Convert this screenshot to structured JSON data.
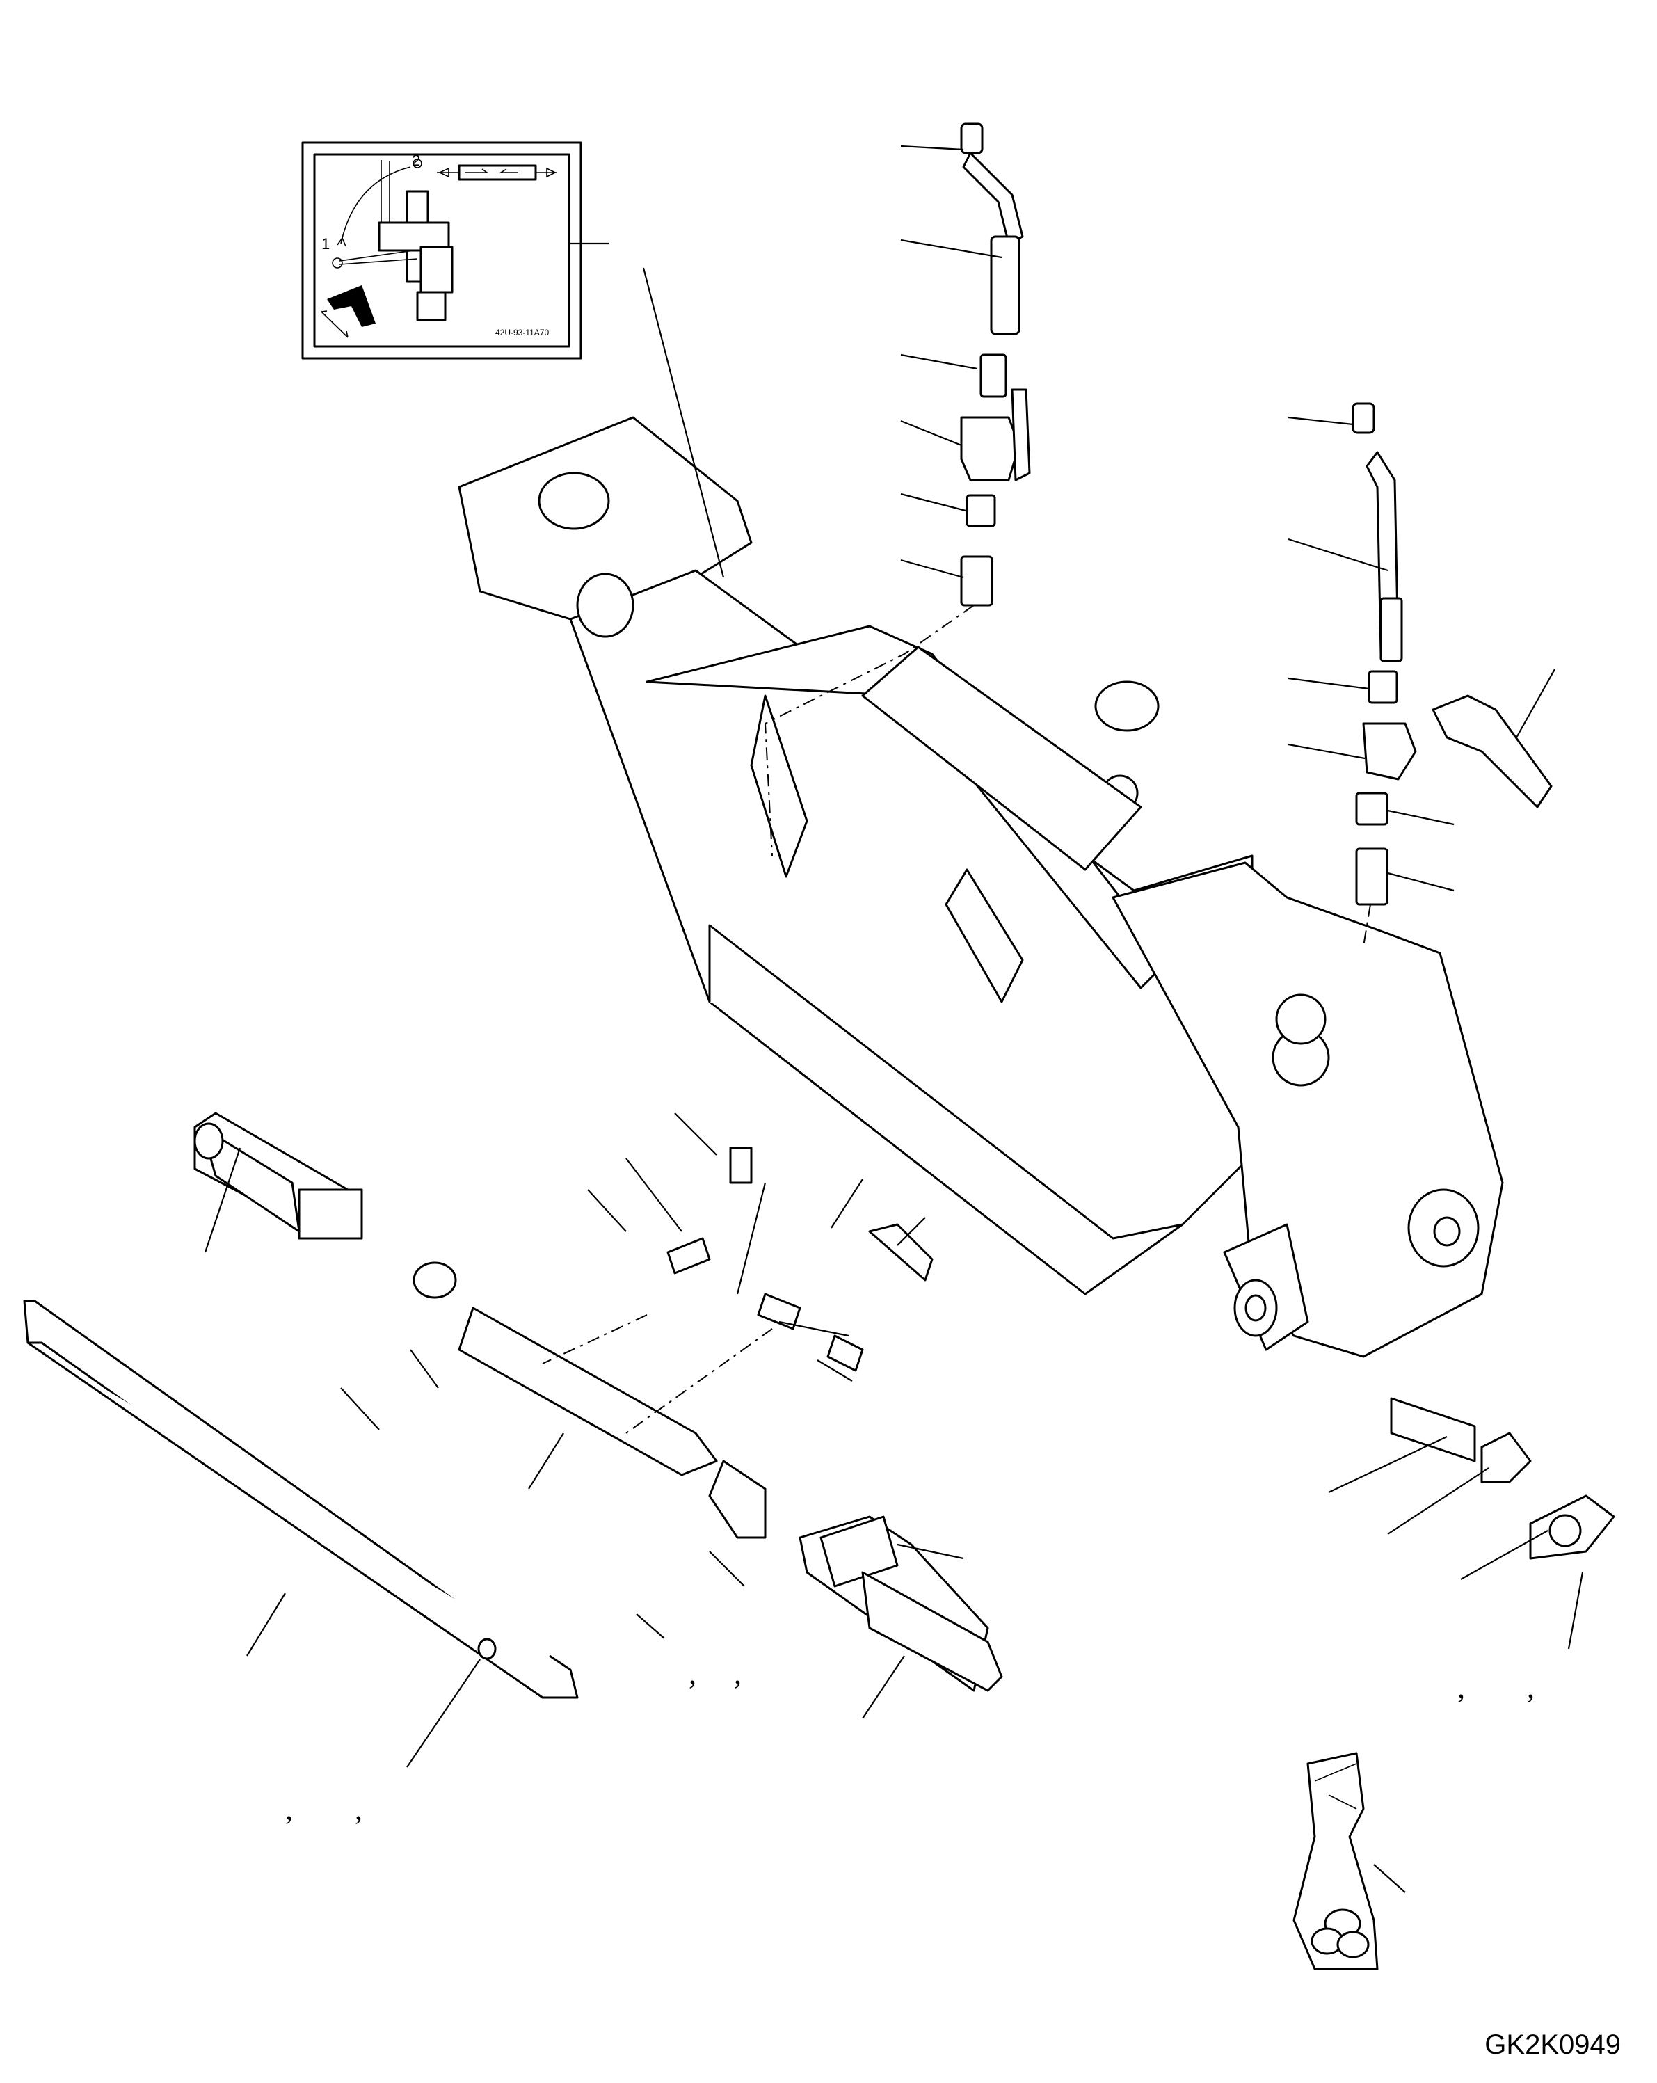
{
  "drawing_code": "GK2K0949",
  "decal": {
    "position_1": "1",
    "position_2": "2",
    "part_number": "42U-93-11A70"
  },
  "separators": {
    "group_a": ",",
    "group_b": ",",
    "group_c": ",",
    "group_d": ",",
    "group_e": ",",
    "group_f": ","
  }
}
